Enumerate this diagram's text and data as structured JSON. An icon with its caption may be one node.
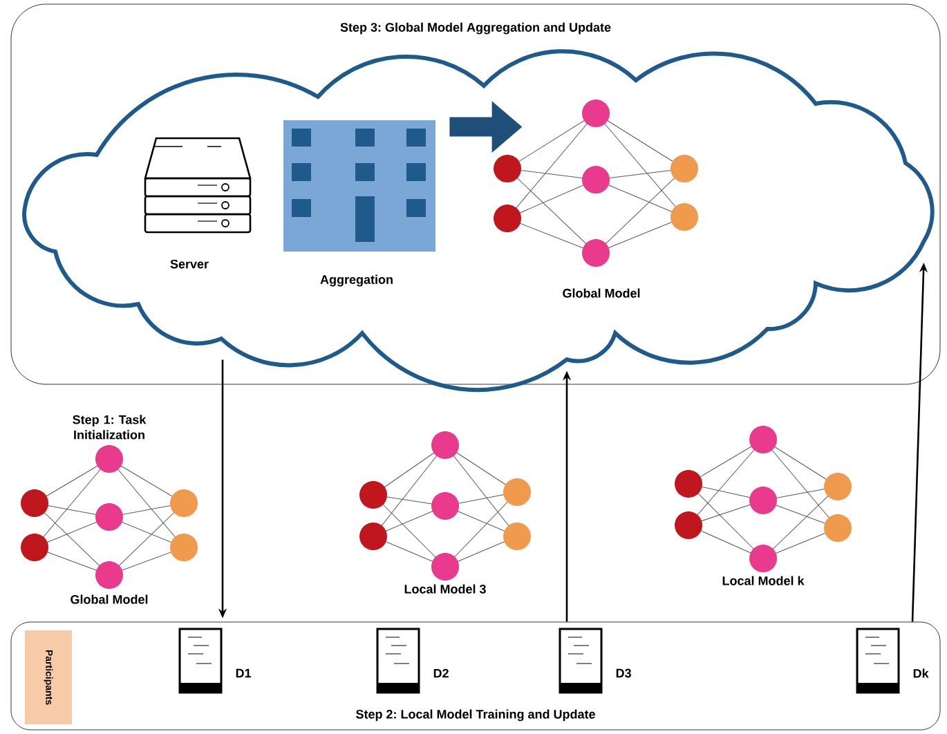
{
  "diagram": {
    "nodes": [
      {
        "text": [
          "Step 3: Global Model Aggregation and Update"
        ]
      },
      {
        "text": [],
        "shape": "cloud",
        "in": 0
      },
      {
        "text": [
          "Server"
        ],
        "in": 1
      },
      {
        "text": [
          "Aggregation"
        ],
        "in": 1
      },
      {
        "text": [
          "Global Model"
        ],
        "in": 1
      },
      {
        "text": [
          "Step 2: Local Model Training and Update"
        ]
      },
      {
        "text": [
          "Participants"
        ],
        "in": 5
      },
      {
        "text": [
          "D1"
        ],
        "in": 5
      },
      {
        "text": [
          "D2"
        ],
        "in": 5
      },
      {
        "text": [
          "D3"
        ],
        "in": 5
      },
      {
        "text": [
          "Dk"
        ],
        "in": 5
      },
      {
        "text": [
          "Step 1: Task Initialization",
          "Global Model"
        ]
      },
      {
        "text": [
          "Local Model 3"
        ]
      },
      {
        "text": [
          "Local Model k"
        ]
      }
    ],
    "edges": [
      {
        "from": 3,
        "to": 4,
        "arrow": "to",
        "style": "thick",
        "color": "#1f4e79"
      },
      {
        "from": 1,
        "to": 7,
        "arrow": "to"
      },
      {
        "from": 5,
        "to": 1,
        "arrow": "to"
      },
      {
        "from": 5,
        "to": 1,
        "arrow": "to"
      }
    ]
  }
}
